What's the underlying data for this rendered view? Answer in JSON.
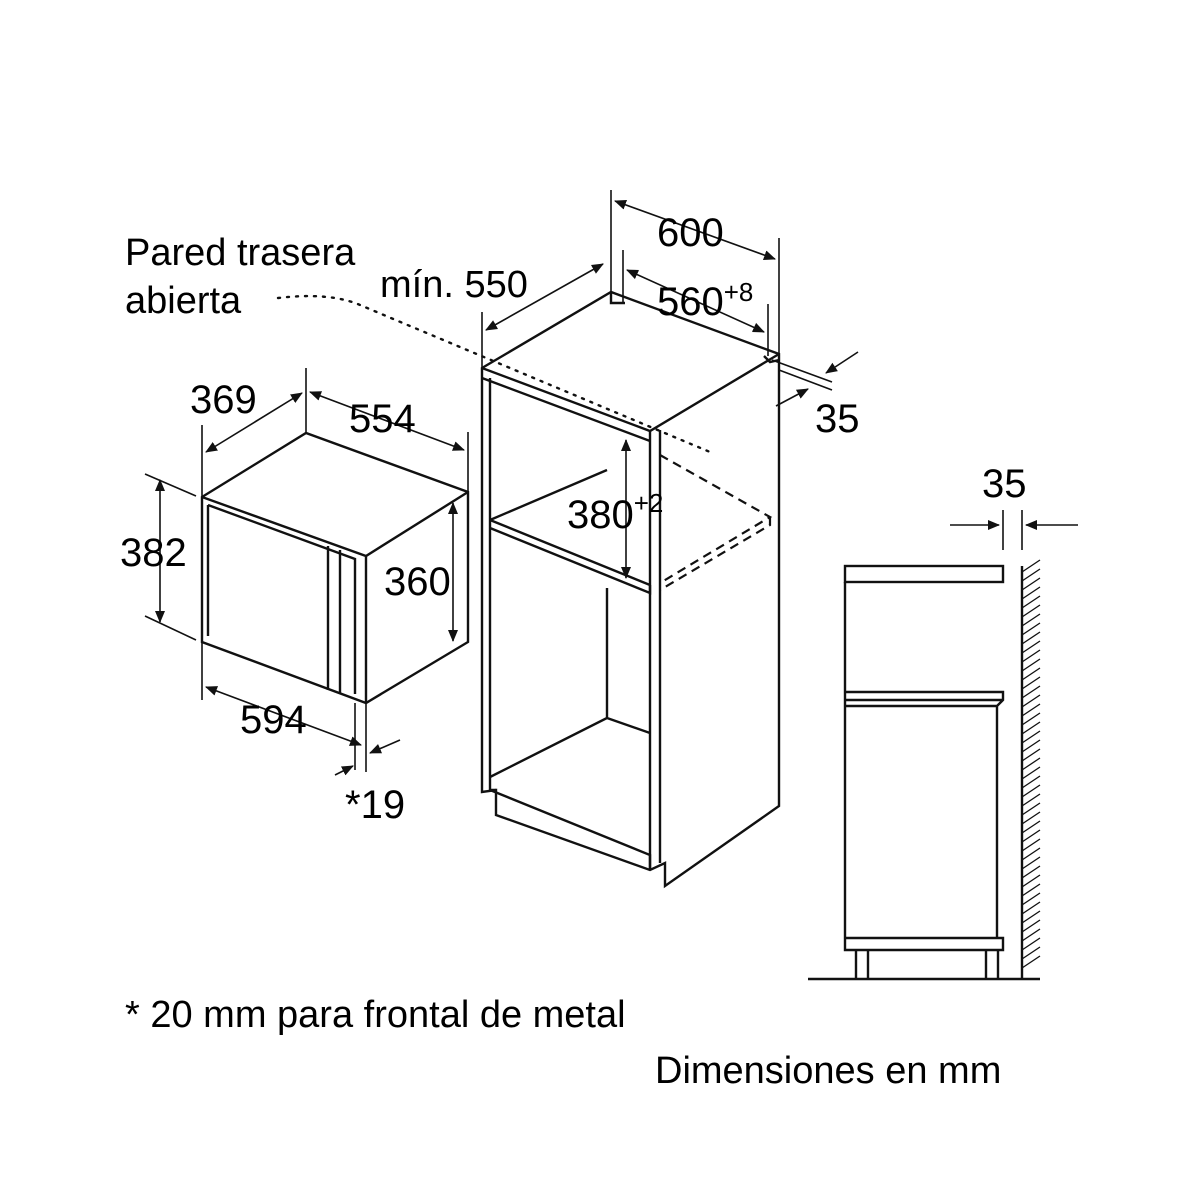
{
  "annotations": {
    "rear_wall_line1": "Pared trasera",
    "rear_wall_line2": "abierta",
    "footnote": "* 20 mm para frontal de metal",
    "units_note": "Dimensiones en mm"
  },
  "appliance": {
    "depth": "369",
    "width_top": "554",
    "height_outer": "382",
    "height_inner": "360",
    "width_front": "594",
    "front_thickness": "*19"
  },
  "cabinet": {
    "min_depth": "mín. 550",
    "width_outer": "600",
    "niche_width": "560",
    "niche_width_tol": "+8",
    "side_offset": "35",
    "niche_height": "380",
    "niche_height_tol": "+2"
  },
  "side_view": {
    "gap": "35"
  },
  "colors": {
    "line": "#111111",
    "background": "#ffffff"
  }
}
